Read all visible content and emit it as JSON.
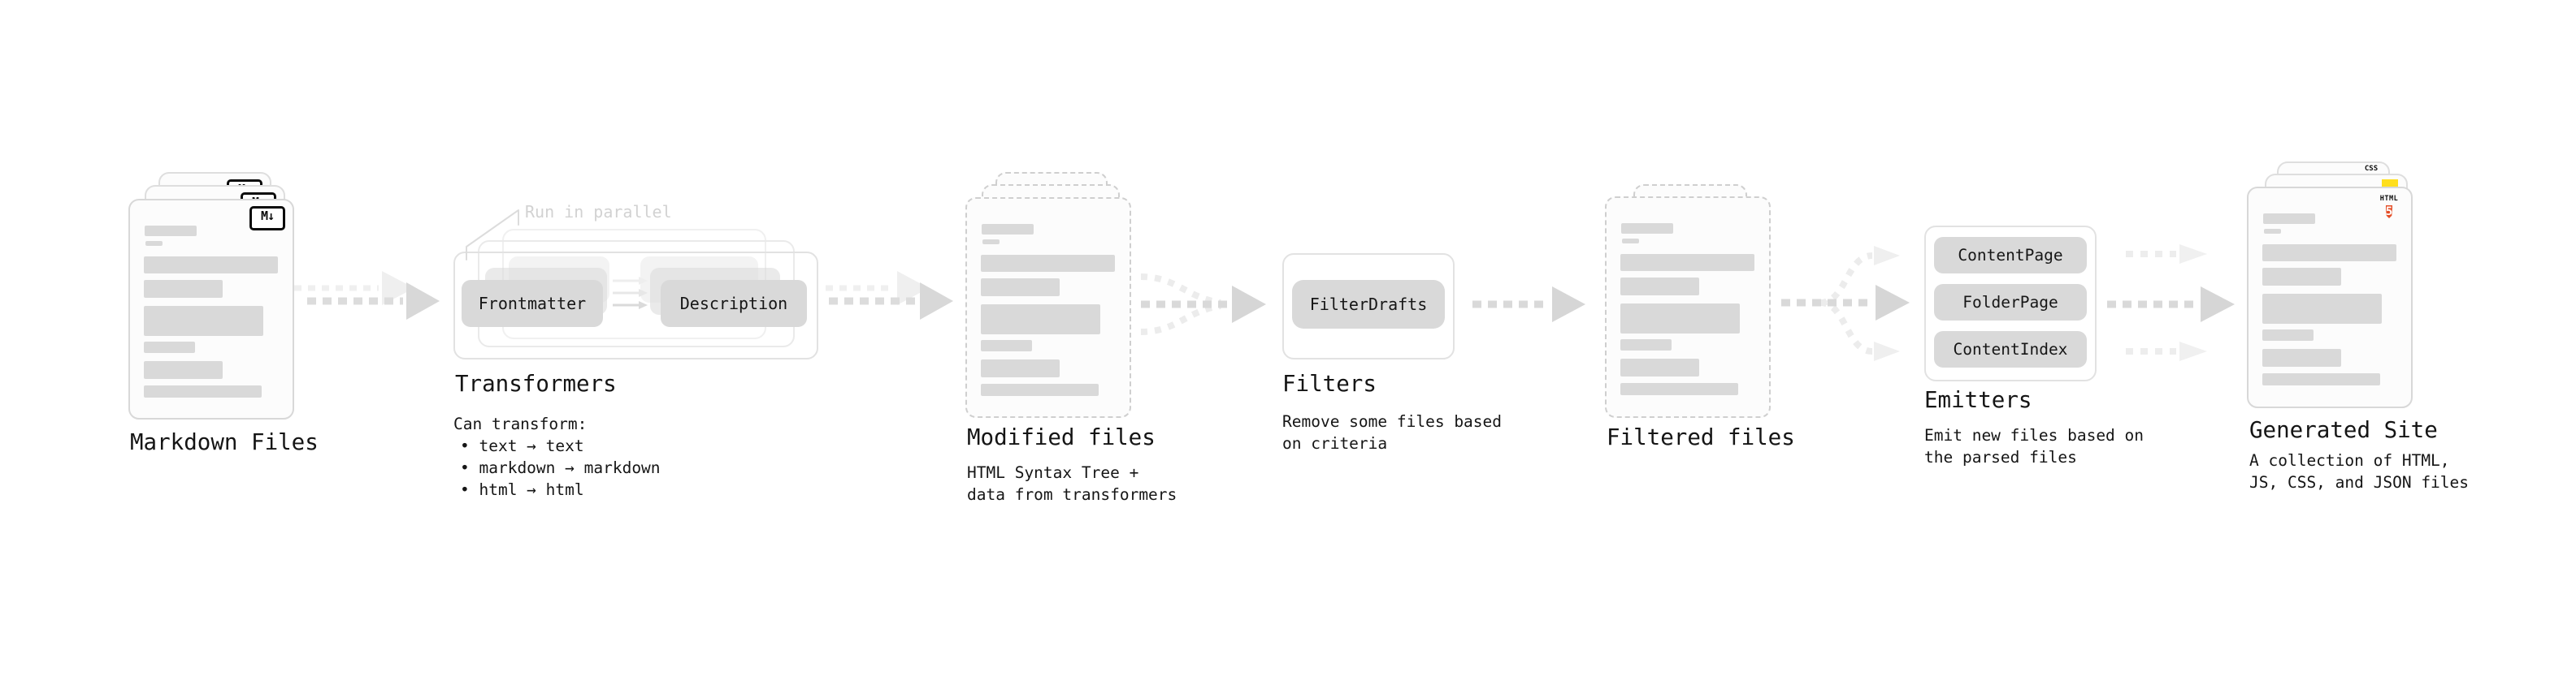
{
  "diagram": {
    "markdown_files": {
      "label": "Markdown Files",
      "badge": "M↓"
    },
    "transformers": {
      "callout": "Run in parallel",
      "box_frontmatter": "Frontmatter",
      "box_description": "Description",
      "title": "Transformers",
      "subtitle": "Can transform:",
      "bullets": [
        "• text → text",
        "• markdown → markdown",
        "• html → html"
      ]
    },
    "modified_files": {
      "label": "Modified files",
      "desc1": "HTML Syntax Tree +",
      "desc2": "data from transformers"
    },
    "filters": {
      "title": "Filters",
      "box_filterdrafts": "FilterDrafts",
      "desc1": "Remove some files based",
      "desc2": "on criteria"
    },
    "filtered_files": {
      "label": "Filtered files"
    },
    "emitters": {
      "title": "Emitters",
      "box_contentpage": "ContentPage",
      "box_folderpage": "FolderPage",
      "box_contentindex": "ContentIndex",
      "desc1": "Emit new files based on",
      "desc2": "the parsed files"
    },
    "generated_site": {
      "label": "Generated Site",
      "desc1": "A collection of HTML,",
      "desc2": "JS, CSS, and JSON files",
      "css_badge": "CSS",
      "html_badge_text": "HTML",
      "html_badge_number": "5"
    }
  },
  "colors": {
    "ink": "#151515",
    "placeholder_gray": "#d9d9d9",
    "arrow_gray": "#d9d9d9",
    "arrow_light": "#ececec",
    "callout_gray": "#d2d2d2",
    "js_yellow": "#ffdf1e",
    "css_blue": "#2965f1",
    "html_orange": "#e44d26"
  }
}
